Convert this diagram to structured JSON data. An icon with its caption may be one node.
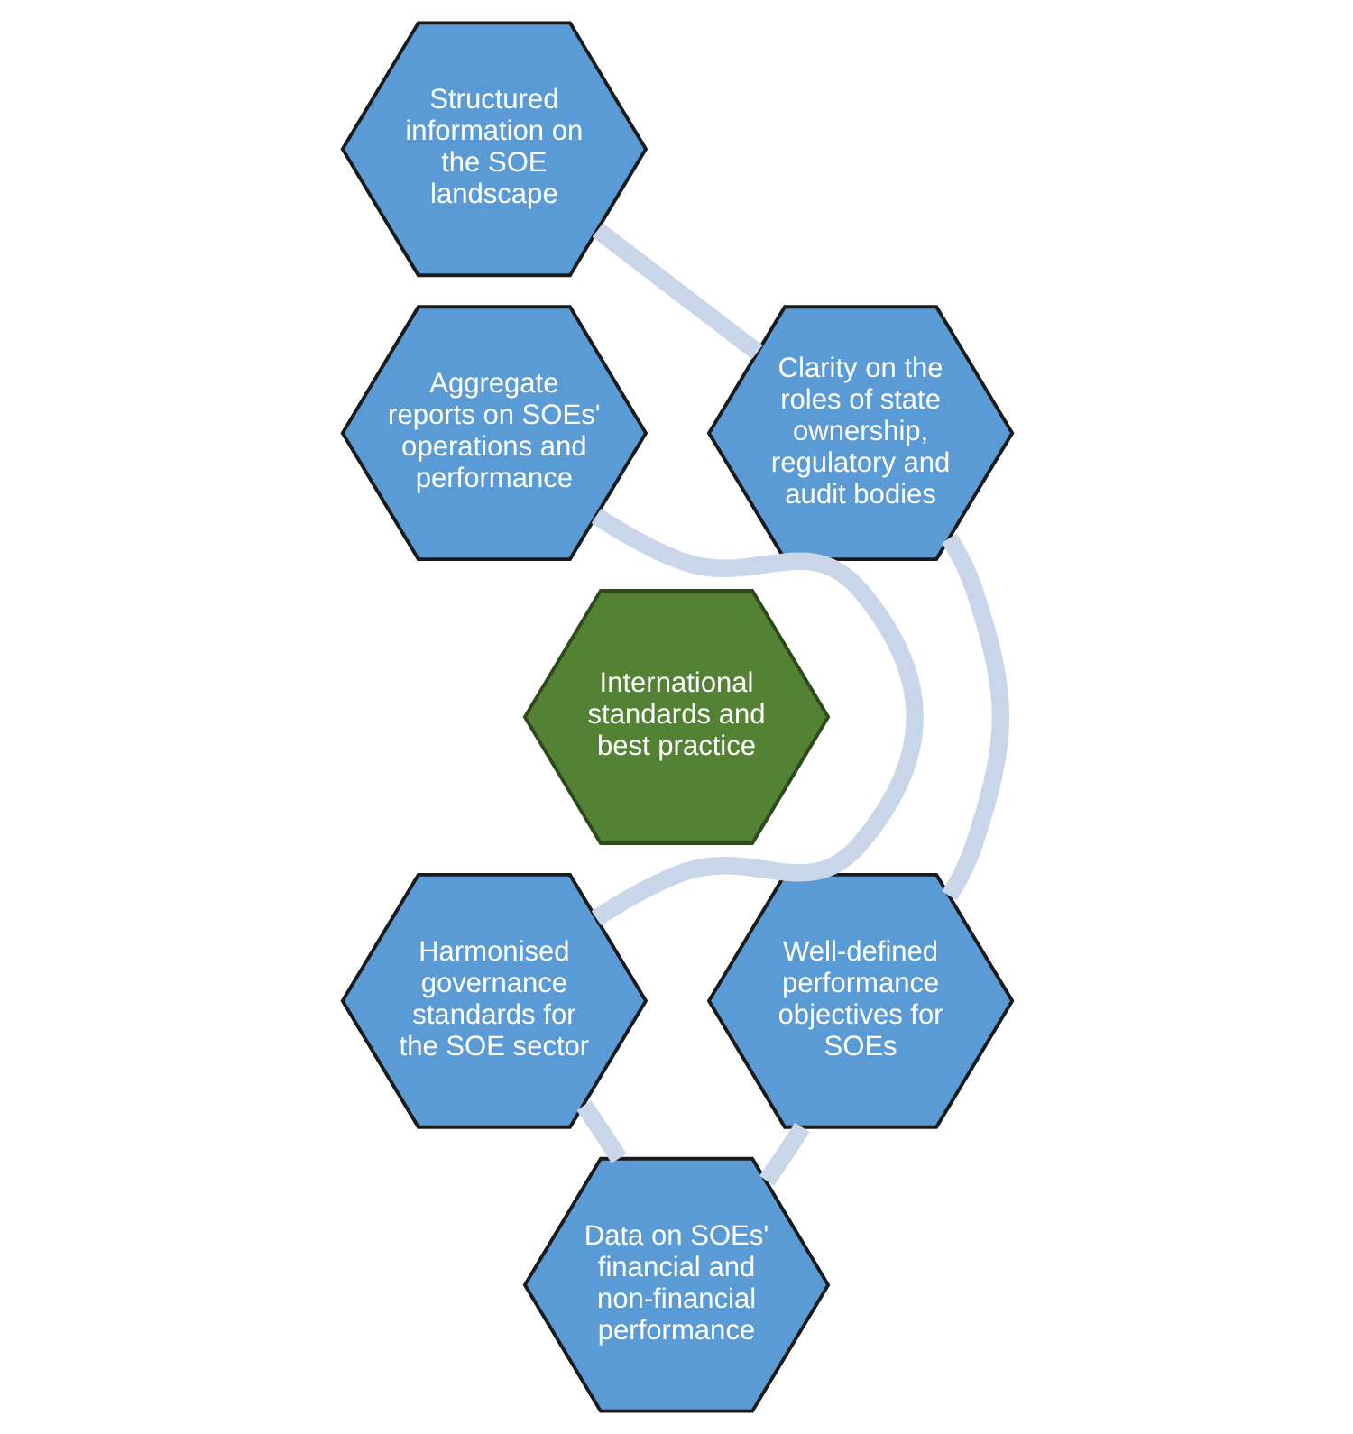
{
  "diagram": {
    "nodes": [
      {
        "text": [
          "Structured information on the SOE landscape"
        ]
      },
      {
        "text": [
          "Aggregate reports on SOEs' operations and performance"
        ]
      },
      {
        "text": [
          "Clarity on the roles of state ownership, regulatory and audit bodies"
        ]
      },
      {
        "text": [
          "International standards and best practice"
        ]
      },
      {
        "text": [
          "Harmonised governance standards for the SOE sector"
        ]
      },
      {
        "text": [
          "Well-defined performance objectives for SOEs"
        ]
      },
      {
        "text": [
          "Data on SOEs' financial and non-financial performance"
        ]
      }
    ],
    "edges": [
      {
        "from": 0,
        "to": 2,
        "arrow": "none"
      },
      {
        "from": 2,
        "to": 5,
        "arrow": "none"
      },
      {
        "from": 5,
        "to": 6,
        "arrow": "none"
      },
      {
        "from": 6,
        "to": 4,
        "arrow": "none"
      },
      {
        "from": 4,
        "to": 1,
        "arrow": "none"
      }
    ]
  }
}
